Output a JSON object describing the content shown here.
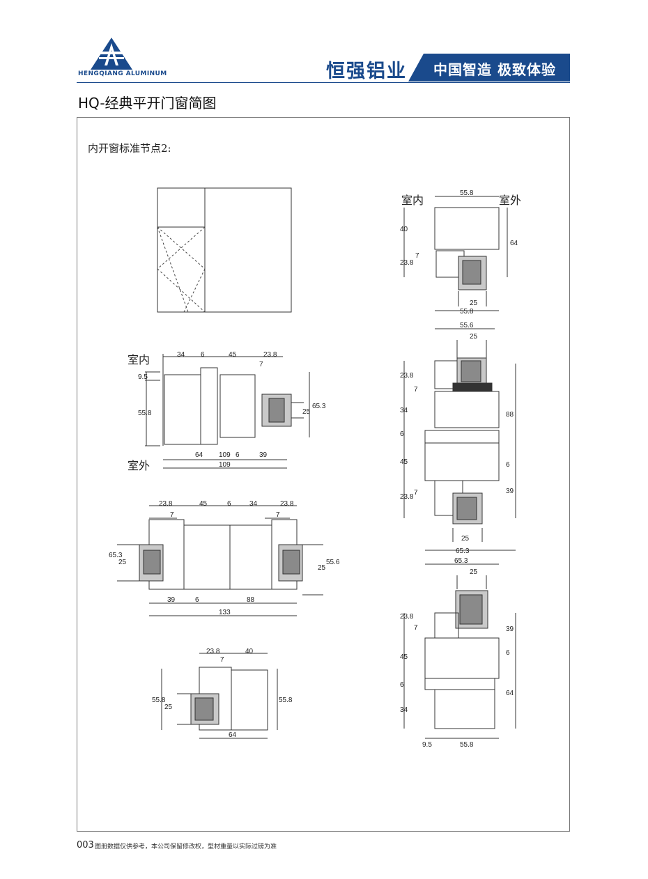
{
  "header": {
    "brand_en": "HENGQIANG ALUMINUM",
    "brand_cn": "恒强铝业",
    "slogan": "中国智造 极致体验",
    "accent_color": "#1a4a8c"
  },
  "page_title": "HQ-经典平开门窗简图",
  "section_title": "内开窗标准节点2:",
  "labels": {
    "indoor": "室内",
    "outdoor": "室外"
  },
  "node_top_right": {
    "top_width": "55.8",
    "bottom_width": "55.8",
    "glass": "25",
    "left_dims": [
      "40",
      "23.8",
      "7"
    ],
    "right_dim": "64"
  },
  "node_right_middle": {
    "top_width": "55.6",
    "glass_top": "25",
    "glass_bottom": "25",
    "bottom_width": "65.3",
    "left_dims": [
      "23.8",
      "7",
      "34",
      "6",
      "45",
      "23.8",
      "7"
    ],
    "right_dims": [
      "88",
      "6",
      "39"
    ]
  },
  "node_right_bottom": {
    "top_width": "65.3",
    "glass": "25",
    "bottom_left": "9.5",
    "bottom_width": "55.8",
    "left_dims": [
      "23.8",
      "7",
      "45",
      "6",
      "34"
    ],
    "right_dims": [
      "39",
      "6",
      "64"
    ]
  },
  "node_left_1": {
    "top_dims": [
      "34",
      "6",
      "45",
      "23.8",
      "7"
    ],
    "left_dims": [
      "9.5",
      "55.8"
    ],
    "right_dims": [
      "25",
      "65.3"
    ],
    "bottom_dims": [
      "64",
      "109",
      "6",
      "39"
    ],
    "total": "109"
  },
  "node_left_2": {
    "top_dims": [
      "23.8",
      "7",
      "45",
      "6",
      "34",
      "23.8",
      "7"
    ],
    "left_dims": [
      "65.3",
      "25"
    ],
    "right_dims": [
      "25",
      "55.6"
    ],
    "bottom_dims": [
      "39",
      "6",
      "88"
    ],
    "total": "133"
  },
  "node_left_3": {
    "top_dims": [
      "23.8",
      "7",
      "40"
    ],
    "left_dims": [
      "55.8",
      "25"
    ],
    "right_dim": "55.8",
    "bottom_dim": "64"
  },
  "footer": {
    "page_number": "003",
    "note": "图册数据仅供参考，本公司保留修改权，型材重量以实际过磅为准"
  }
}
